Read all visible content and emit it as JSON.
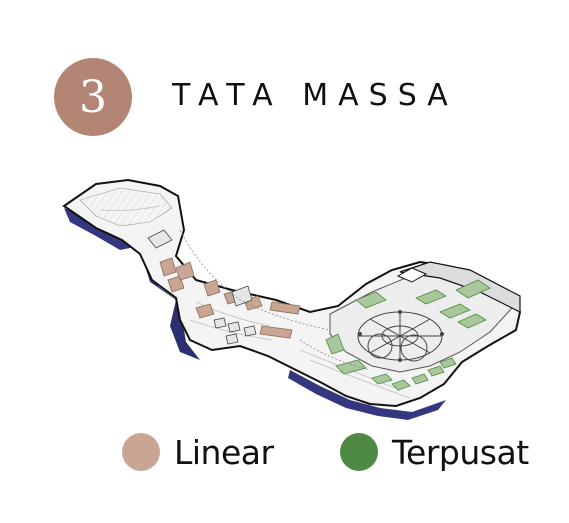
{
  "section": {
    "number": "3",
    "title": "TATA MASSA"
  },
  "legend": {
    "items": [
      {
        "label": "Linear",
        "color": "#c9a594"
      },
      {
        "label": "Terpusat",
        "color": "#4f8a45"
      }
    ]
  },
  "colors": {
    "badge": "#b38575",
    "water": "#34377f",
    "linear": "#c9a594",
    "terpusat": "#4f8a45"
  }
}
